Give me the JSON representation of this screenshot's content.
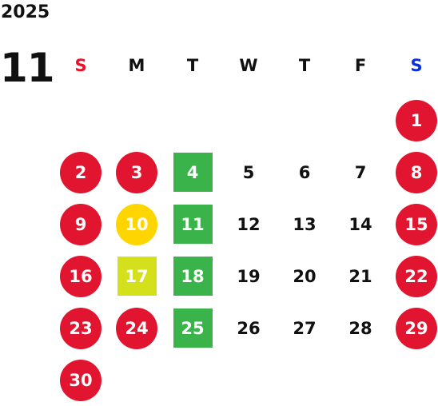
{
  "header": {
    "year": "2025",
    "month": "11"
  },
  "weekdays": [
    {
      "label": "S",
      "color": "#e8102b"
    },
    {
      "label": "M",
      "color": "#111111"
    },
    {
      "label": "T",
      "color": "#111111"
    },
    {
      "label": "W",
      "color": "#111111"
    },
    {
      "label": "T",
      "color": "#111111"
    },
    {
      "label": "F",
      "color": "#111111"
    },
    {
      "label": "S",
      "color": "#0a2fe0"
    }
  ],
  "colors": {
    "holiday_red": "#e1152f",
    "green": "#3ab44a",
    "yellow": "#ffd500",
    "lime": "#d4e01c",
    "text": "#111111"
  },
  "days": [
    {
      "day": "1",
      "col": 6,
      "row": 0,
      "style": "circle",
      "fill": "#e1152f"
    },
    {
      "day": "2",
      "col": 0,
      "row": 1,
      "style": "circle",
      "fill": "#e1152f"
    },
    {
      "day": "3",
      "col": 1,
      "row": 1,
      "style": "circle",
      "fill": "#e1152f"
    },
    {
      "day": "4",
      "col": 2,
      "row": 1,
      "style": "square",
      "fill": "#3ab44a"
    },
    {
      "day": "5",
      "col": 3,
      "row": 1,
      "style": "plain",
      "fill": ""
    },
    {
      "day": "6",
      "col": 4,
      "row": 1,
      "style": "plain",
      "fill": ""
    },
    {
      "day": "7",
      "col": 5,
      "row": 1,
      "style": "plain",
      "fill": ""
    },
    {
      "day": "8",
      "col": 6,
      "row": 1,
      "style": "circle",
      "fill": "#e1152f"
    },
    {
      "day": "9",
      "col": 0,
      "row": 2,
      "style": "circle",
      "fill": "#e1152f"
    },
    {
      "day": "10",
      "col": 1,
      "row": 2,
      "style": "circle",
      "fill": "#ffd500"
    },
    {
      "day": "11",
      "col": 2,
      "row": 2,
      "style": "square",
      "fill": "#3ab44a"
    },
    {
      "day": "12",
      "col": 3,
      "row": 2,
      "style": "plain",
      "fill": ""
    },
    {
      "day": "13",
      "col": 4,
      "row": 2,
      "style": "plain",
      "fill": ""
    },
    {
      "day": "14",
      "col": 5,
      "row": 2,
      "style": "plain",
      "fill": ""
    },
    {
      "day": "15",
      "col": 6,
      "row": 2,
      "style": "circle",
      "fill": "#e1152f"
    },
    {
      "day": "16",
      "col": 0,
      "row": 3,
      "style": "circle",
      "fill": "#e1152f"
    },
    {
      "day": "17",
      "col": 1,
      "row": 3,
      "style": "square",
      "fill": "#d4e01c"
    },
    {
      "day": "18",
      "col": 2,
      "row": 3,
      "style": "square",
      "fill": "#3ab44a"
    },
    {
      "day": "19",
      "col": 3,
      "row": 3,
      "style": "plain",
      "fill": ""
    },
    {
      "day": "20",
      "col": 4,
      "row": 3,
      "style": "plain",
      "fill": ""
    },
    {
      "day": "21",
      "col": 5,
      "row": 3,
      "style": "plain",
      "fill": ""
    },
    {
      "day": "22",
      "col": 6,
      "row": 3,
      "style": "circle",
      "fill": "#e1152f"
    },
    {
      "day": "23",
      "col": 0,
      "row": 4,
      "style": "circle",
      "fill": "#e1152f"
    },
    {
      "day": "24",
      "col": 1,
      "row": 4,
      "style": "circle",
      "fill": "#e1152f"
    },
    {
      "day": "25",
      "col": 2,
      "row": 4,
      "style": "square",
      "fill": "#3ab44a"
    },
    {
      "day": "26",
      "col": 3,
      "row": 4,
      "style": "plain",
      "fill": ""
    },
    {
      "day": "27",
      "col": 4,
      "row": 4,
      "style": "plain",
      "fill": ""
    },
    {
      "day": "28",
      "col": 5,
      "row": 4,
      "style": "plain",
      "fill": ""
    },
    {
      "day": "29",
      "col": 6,
      "row": 4,
      "style": "circle",
      "fill": "#e1152f"
    },
    {
      "day": "30",
      "col": 0,
      "row": 5,
      "style": "circle",
      "fill": "#e1152f"
    }
  ]
}
